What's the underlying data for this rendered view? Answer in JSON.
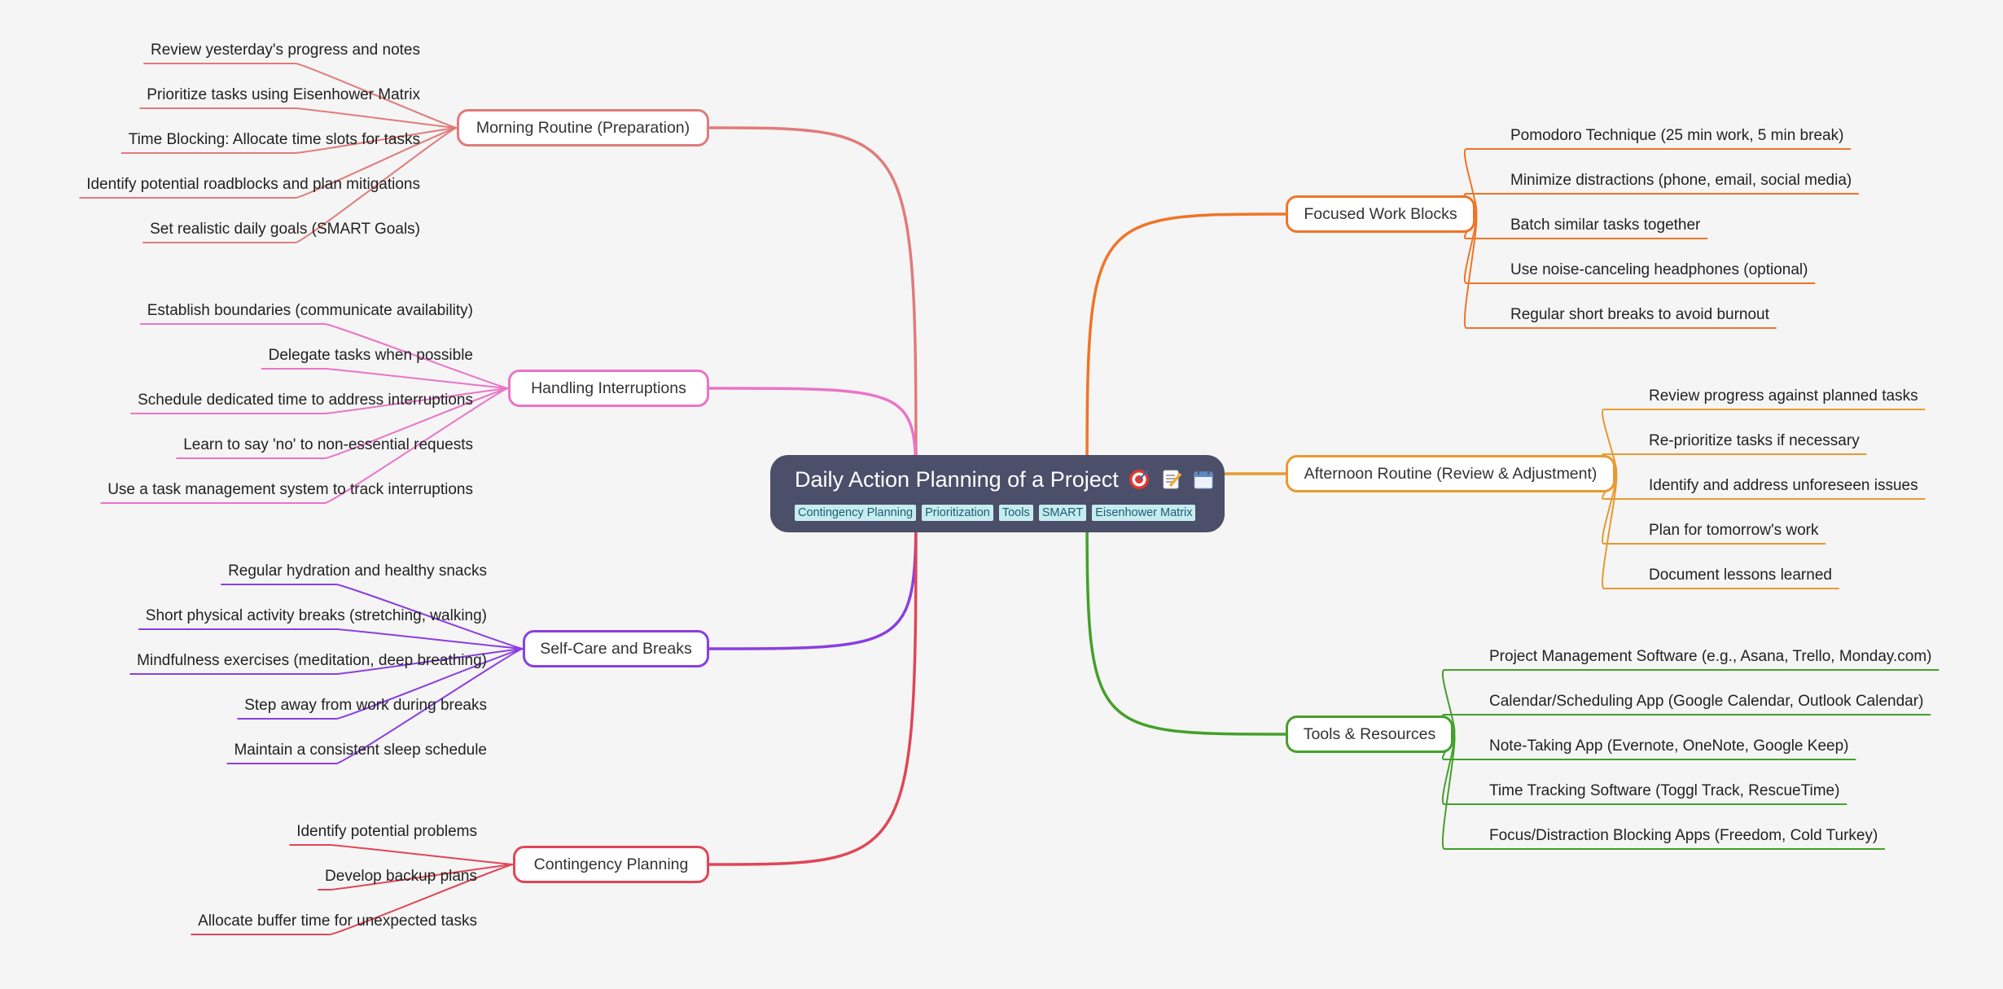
{
  "central": {
    "title": "Daily Action Planning of a Project",
    "icons": [
      "target-icon",
      "memo-icon",
      "calendar-icon"
    ],
    "tags": [
      "Contingency Planning",
      "Prioritization",
      "Tools",
      "SMART",
      "Eisenhower Matrix"
    ]
  },
  "branches": [
    {
      "id": "morning",
      "label": "Morning Routine (Preparation)",
      "color": "#e07b7b",
      "side": "left",
      "children": [
        "Review yesterday's progress and notes",
        "Prioritize tasks using Eisenhower Matrix",
        "Time Blocking: Allocate time slots for tasks",
        "Identify potential roadblocks and plan mitigations",
        "Set realistic daily goals (SMART Goals)"
      ]
    },
    {
      "id": "interruptions",
      "label": "Handling Interruptions",
      "color": "#ea74c8",
      "side": "left",
      "children": [
        "Establish boundaries (communicate availability)",
        "Delegate tasks when possible",
        "Schedule dedicated time to address interruptions",
        "Learn to say 'no' to non-essential requests",
        "Use a task management system to track interruptions"
      ]
    },
    {
      "id": "selfcare",
      "label": "Self-Care and Breaks",
      "color": "#8a3fe0",
      "side": "left",
      "children": [
        "Regular hydration and healthy snacks",
        "Short physical activity breaks (stretching, walking)",
        "Mindfulness exercises (meditation, deep breathing)",
        "Step away from work during breaks",
        "Maintain a consistent sleep schedule"
      ]
    },
    {
      "id": "contingency",
      "label": "Contingency Planning",
      "color": "#e04657",
      "side": "left",
      "children": [
        "Identify potential problems",
        "Develop backup plans",
        "Allocate buffer time for unexpected tasks"
      ]
    },
    {
      "id": "focused",
      "label": "Focused Work Blocks",
      "color": "#f07426",
      "side": "right",
      "children": [
        "Pomodoro Technique (25 min work, 5 min break)",
        "Minimize distractions (phone, email, social media)",
        "Batch similar tasks together",
        "Use noise-canceling headphones (optional)",
        "Regular short breaks to avoid burnout"
      ]
    },
    {
      "id": "afternoon",
      "label": "Afternoon Routine (Review & Adjustment)",
      "color": "#e79a2f",
      "side": "right",
      "children": [
        "Review progress against planned tasks",
        "Re-prioritize tasks if necessary",
        "Identify and address unforeseen issues",
        "Plan for tomorrow's work",
        "Document lessons learned"
      ]
    },
    {
      "id": "tools",
      "label": "Tools & Resources",
      "color": "#44a02a",
      "side": "right",
      "children": [
        "Project Management Software (e.g., Asana, Trello, Monday.com)",
        "Calendar/Scheduling App (Google Calendar, Outlook Calendar)",
        "Note-Taking App (Evernote, OneNote, Google Keep)",
        "Time Tracking Software (Toggl Track, RescueTime)",
        "Focus/Distraction Blocking Apps (Freedom, Cold Turkey)"
      ]
    }
  ]
}
